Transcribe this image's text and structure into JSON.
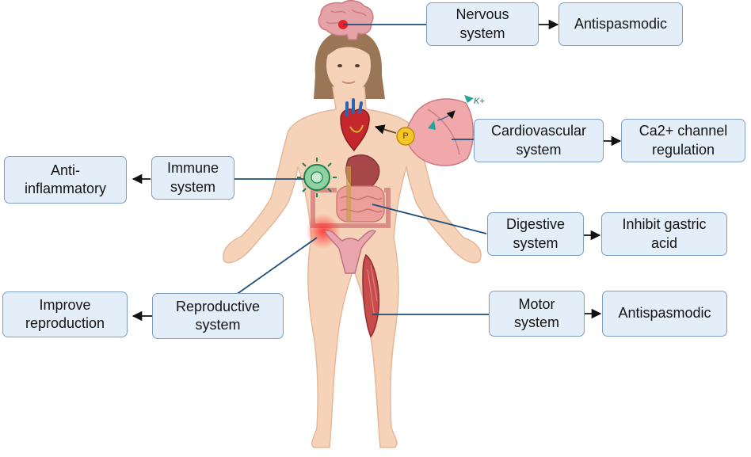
{
  "systems": {
    "nervous": "Nervous\nsystem",
    "cardiovascular": "Cardiovascular\nsystem",
    "immune": "Immune\nsystem",
    "digestive": "Digestive\nsystem",
    "reproductive": "Reproductive\nsystem",
    "motor": "Motor\nsystem"
  },
  "effects": {
    "nervous": "Antispasmodic",
    "cardiovascular": "Ca2+ channel\nregulation",
    "immune": "Anti-\ninflammatory",
    "digestive": "Inhibit gastric\nacid",
    "reproductive": "Improve\nreproduction",
    "motor": "Antispasmodic"
  },
  "icons": {
    "phosphate_label": "P",
    "potassium_label": "K+"
  },
  "colors": {
    "box_fill": "#e4eef9",
    "box_border": "#7d9fc2",
    "connector": "#1f4e79",
    "skin": "#f6d3b8",
    "hair": "#9a7656",
    "brain": "#e5a3a8",
    "heart": "#c4282c",
    "muscle": "#c84c4c",
    "vessel": "#f0a8ab"
  }
}
